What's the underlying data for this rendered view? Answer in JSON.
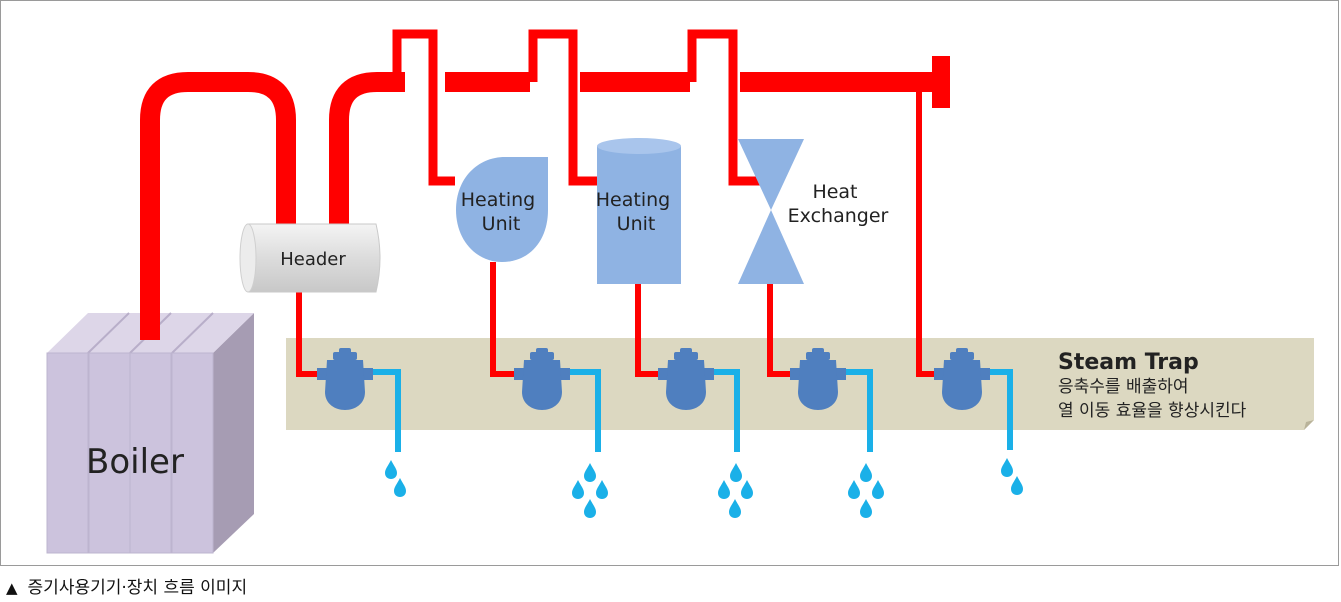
{
  "labels": {
    "boiler": "Boiler",
    "header": "Header",
    "unit1": [
      "Heating",
      "Unit"
    ],
    "unit2": [
      "Heating",
      "Unit"
    ],
    "unit3": [
      "Heat",
      "Exchanger"
    ]
  },
  "trap_panel": {
    "title": "Steam Trap",
    "desc_line1": "응축수를 배출하여",
    "desc_line2": "열 이동 효율을 향상시킨다"
  },
  "caption": {
    "marker": "▲",
    "text": "증기사용기기·장치 흐름 이미지"
  },
  "colors": {
    "steam": "#ff0000",
    "condensate": "#1ab0e8",
    "trap": "#4f7fbf",
    "equipment": "#8fb3e3",
    "boiler": "#ccc3dd",
    "panel": "#dcd8c1"
  }
}
